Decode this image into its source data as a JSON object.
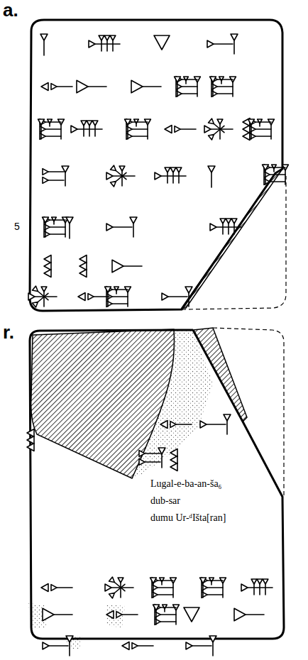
{
  "diagram": {
    "labels": [
      "a.",
      "5",
      "r.",
      "Lugal-e-ba-an-ša₆",
      "dub-sar",
      "dumu Ur-ᵈIšta[ran]"
    ]
  }
}
